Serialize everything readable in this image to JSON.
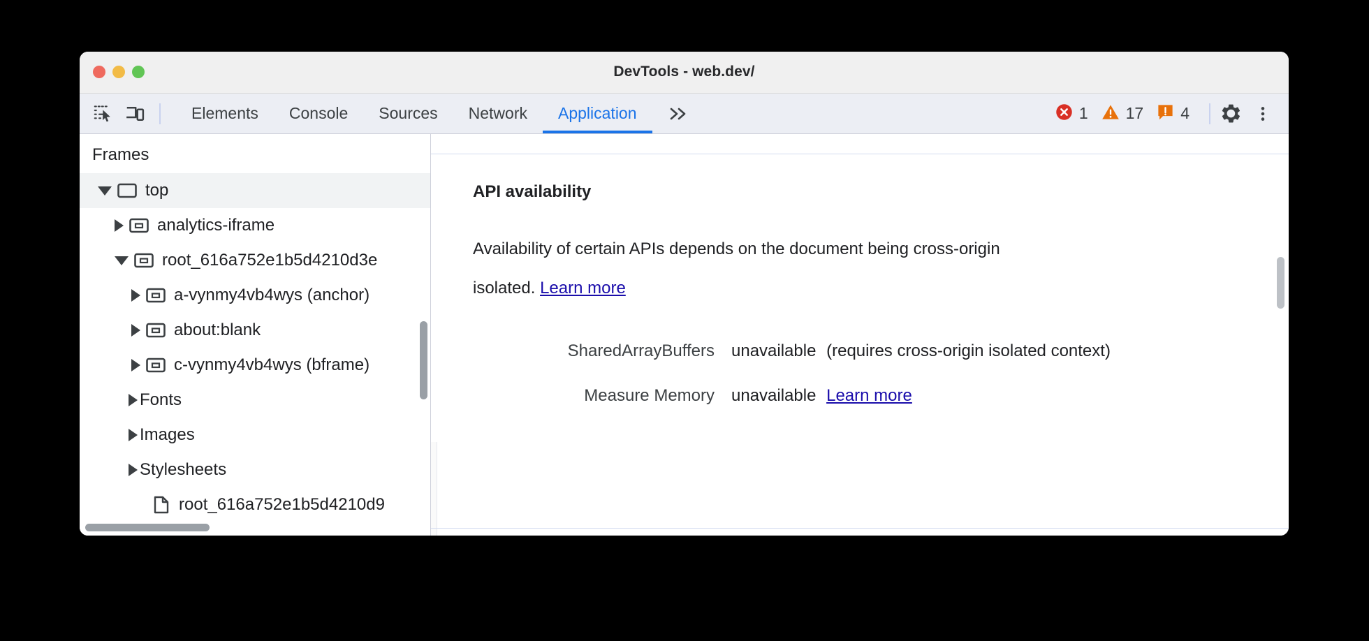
{
  "window": {
    "title": "DevTools - web.dev/",
    "traffic_lights": [
      "close",
      "minimize",
      "zoom"
    ]
  },
  "toolbar": {
    "inspect_icon": "inspect-element-icon",
    "device_icon": "device-toolbar-icon",
    "tabs": [
      {
        "label": "Elements",
        "active": false
      },
      {
        "label": "Console",
        "active": false
      },
      {
        "label": "Sources",
        "active": false
      },
      {
        "label": "Network",
        "active": false
      },
      {
        "label": "Application",
        "active": true
      }
    ],
    "more_tabs_label": "»",
    "badges": [
      {
        "type": "error",
        "icon": "error-icon",
        "count": "1",
        "color": "#d93025"
      },
      {
        "type": "warning",
        "icon": "warning-icon",
        "count": "17",
        "color": "#e8710a"
      },
      {
        "type": "issue",
        "icon": "issue-icon",
        "count": "4",
        "color": "#e8710a"
      }
    ],
    "settings_icon": "gear-icon",
    "menu_icon": "more-vertical-icon"
  },
  "sidebar": {
    "title": "Frames",
    "tree": [
      {
        "label": "top",
        "icon": "frame-icon",
        "state": "expanded",
        "depth": 0,
        "selected": true
      },
      {
        "label": "analytics-iframe",
        "icon": "iframe-icon",
        "state": "collapsed",
        "depth": 1,
        "selected": false
      },
      {
        "label": "root_616a752e1b5d4210d3e",
        "icon": "iframe-icon",
        "state": "expanded",
        "depth": 1,
        "selected": false
      },
      {
        "label": "a-vynmy4vb4wys (anchor)",
        "icon": "iframe-icon",
        "state": "collapsed",
        "depth": 2,
        "selected": false
      },
      {
        "label": "about:blank",
        "icon": "iframe-icon",
        "state": "collapsed",
        "depth": 2,
        "selected": false
      },
      {
        "label": "c-vynmy4vb4wys (bframe)",
        "icon": "iframe-icon",
        "state": "collapsed",
        "depth": 2,
        "selected": false
      },
      {
        "label": "Fonts",
        "icon": "none",
        "state": "collapsed",
        "depth": 1,
        "selected": false
      },
      {
        "label": "Images",
        "icon": "none",
        "state": "collapsed",
        "depth": 1,
        "selected": false
      },
      {
        "label": "Stylesheets",
        "icon": "none",
        "state": "collapsed",
        "depth": 1,
        "selected": false
      },
      {
        "label": "root_616a752e1b5d4210d9",
        "icon": "document-icon",
        "state": "none",
        "depth": 2,
        "selected": false
      }
    ]
  },
  "main": {
    "section_title": "API availability",
    "paragraph_lead": "Availability of certain APIs depends on the document being cross-origin isolated.",
    "paragraph_link": "Learn more",
    "rows": [
      {
        "key": "SharedArrayBuffers",
        "value": "unavailable",
        "note": "(requires cross-origin isolated context)",
        "link": ""
      },
      {
        "key": "Measure Memory",
        "value": "unavailable",
        "note": "",
        "link": "Learn more"
      }
    ]
  },
  "colors": {
    "accent": "#1a73e8",
    "link": "#1a0dab",
    "error": "#d93025",
    "warning": "#e8710a",
    "toolbar_bg": "#eceef4",
    "titlebar_bg": "#f0f0f0"
  }
}
